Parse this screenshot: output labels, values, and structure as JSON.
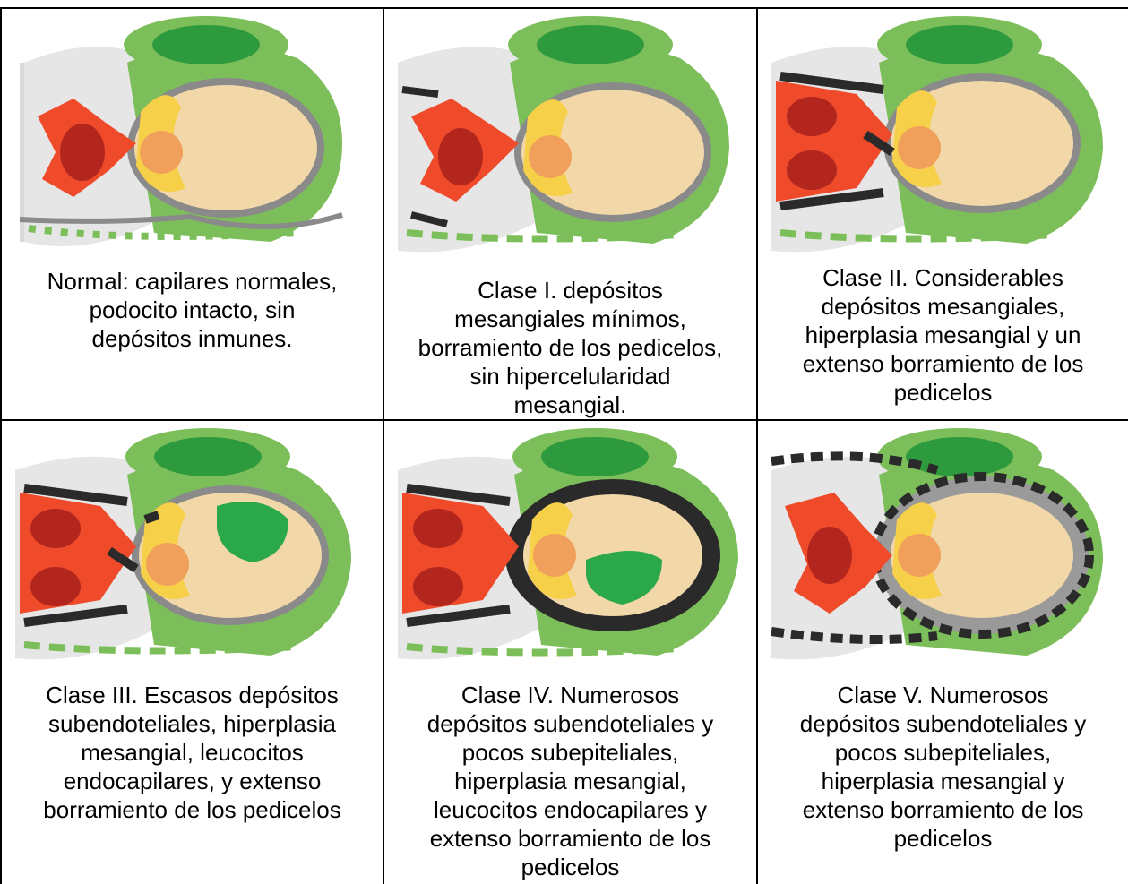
{
  "panels": [
    {
      "caption": "Normal: capilares normales,\npodocito intacto, sin\ndepósitos inmunes."
    },
    {
      "caption": "Clase I. depósitos\nmesangiales mínimos,\nborramiento de los pedicelos,\nsin hipercelularidad\nmesangial."
    },
    {
      "caption": "Clase II. Considerables\ndepósitos mesangiales,\nhiperplasia mesangial y un\nextenso borramiento de los\npedicelos"
    },
    {
      "caption": "Clase III. Escasos depósitos\nsubendoteliales, hiperplasia\nmesangial, leucocitos\nendocapilares, y extenso\nborramiento de los pedicelos"
    },
    {
      "caption": "Clase IV. Numerosos\ndepósitos subendoteliales y\npocos subepiteliales,\nhiperplasia mesangial,\nleucocitos endocapilares y\nextenso borramiento de los\npedicelos"
    },
    {
      "caption": "Clase V. Numerosos\ndepósitos subendoteliales y\npocos subepiteliales,\nhiperplasia mesangial y\nextenso borramiento de los\npedicelos"
    }
  ],
  "colors": {
    "podocyte": "#7cbf5a",
    "podocyte_nucleus": "#2e9a3e",
    "mesangial_cell": "#ef4b2b",
    "mesangial_nucleus": "#b3261e",
    "endothelial": "#f7d04a",
    "capillary_lumen": "#f2d7a8",
    "rbc": "#f0a05a",
    "gbm": "#8a8a8a",
    "deposit": "#2a2a2a",
    "leukocyte": "#2aa84a"
  }
}
